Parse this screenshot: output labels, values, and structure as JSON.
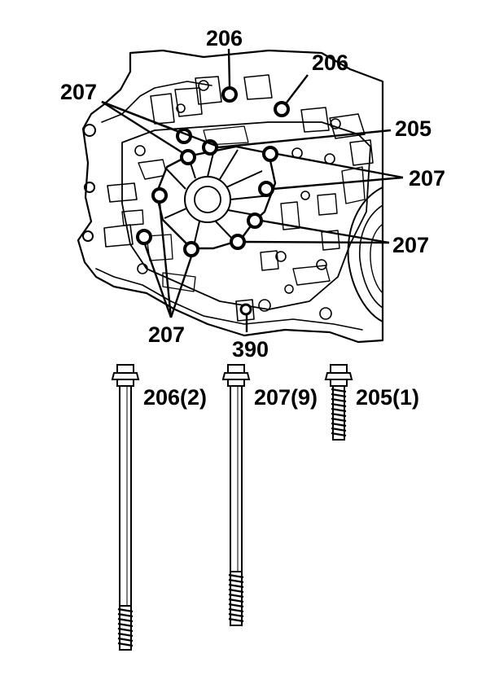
{
  "callouts": {
    "c206_top": "206",
    "c206_right": "206",
    "c207_upper_left": "207",
    "c205": "205",
    "c207_right_upper": "207",
    "c207_right_lower": "207",
    "c207_bottom": "207",
    "c390": "390"
  },
  "fasteners": {
    "bolt_206_label": "206(2)",
    "bolt_207_label": "207(9)",
    "bolt_205_label": "205(1)"
  },
  "colors": {
    "ink": "#000000",
    "paper": "#ffffff"
  }
}
